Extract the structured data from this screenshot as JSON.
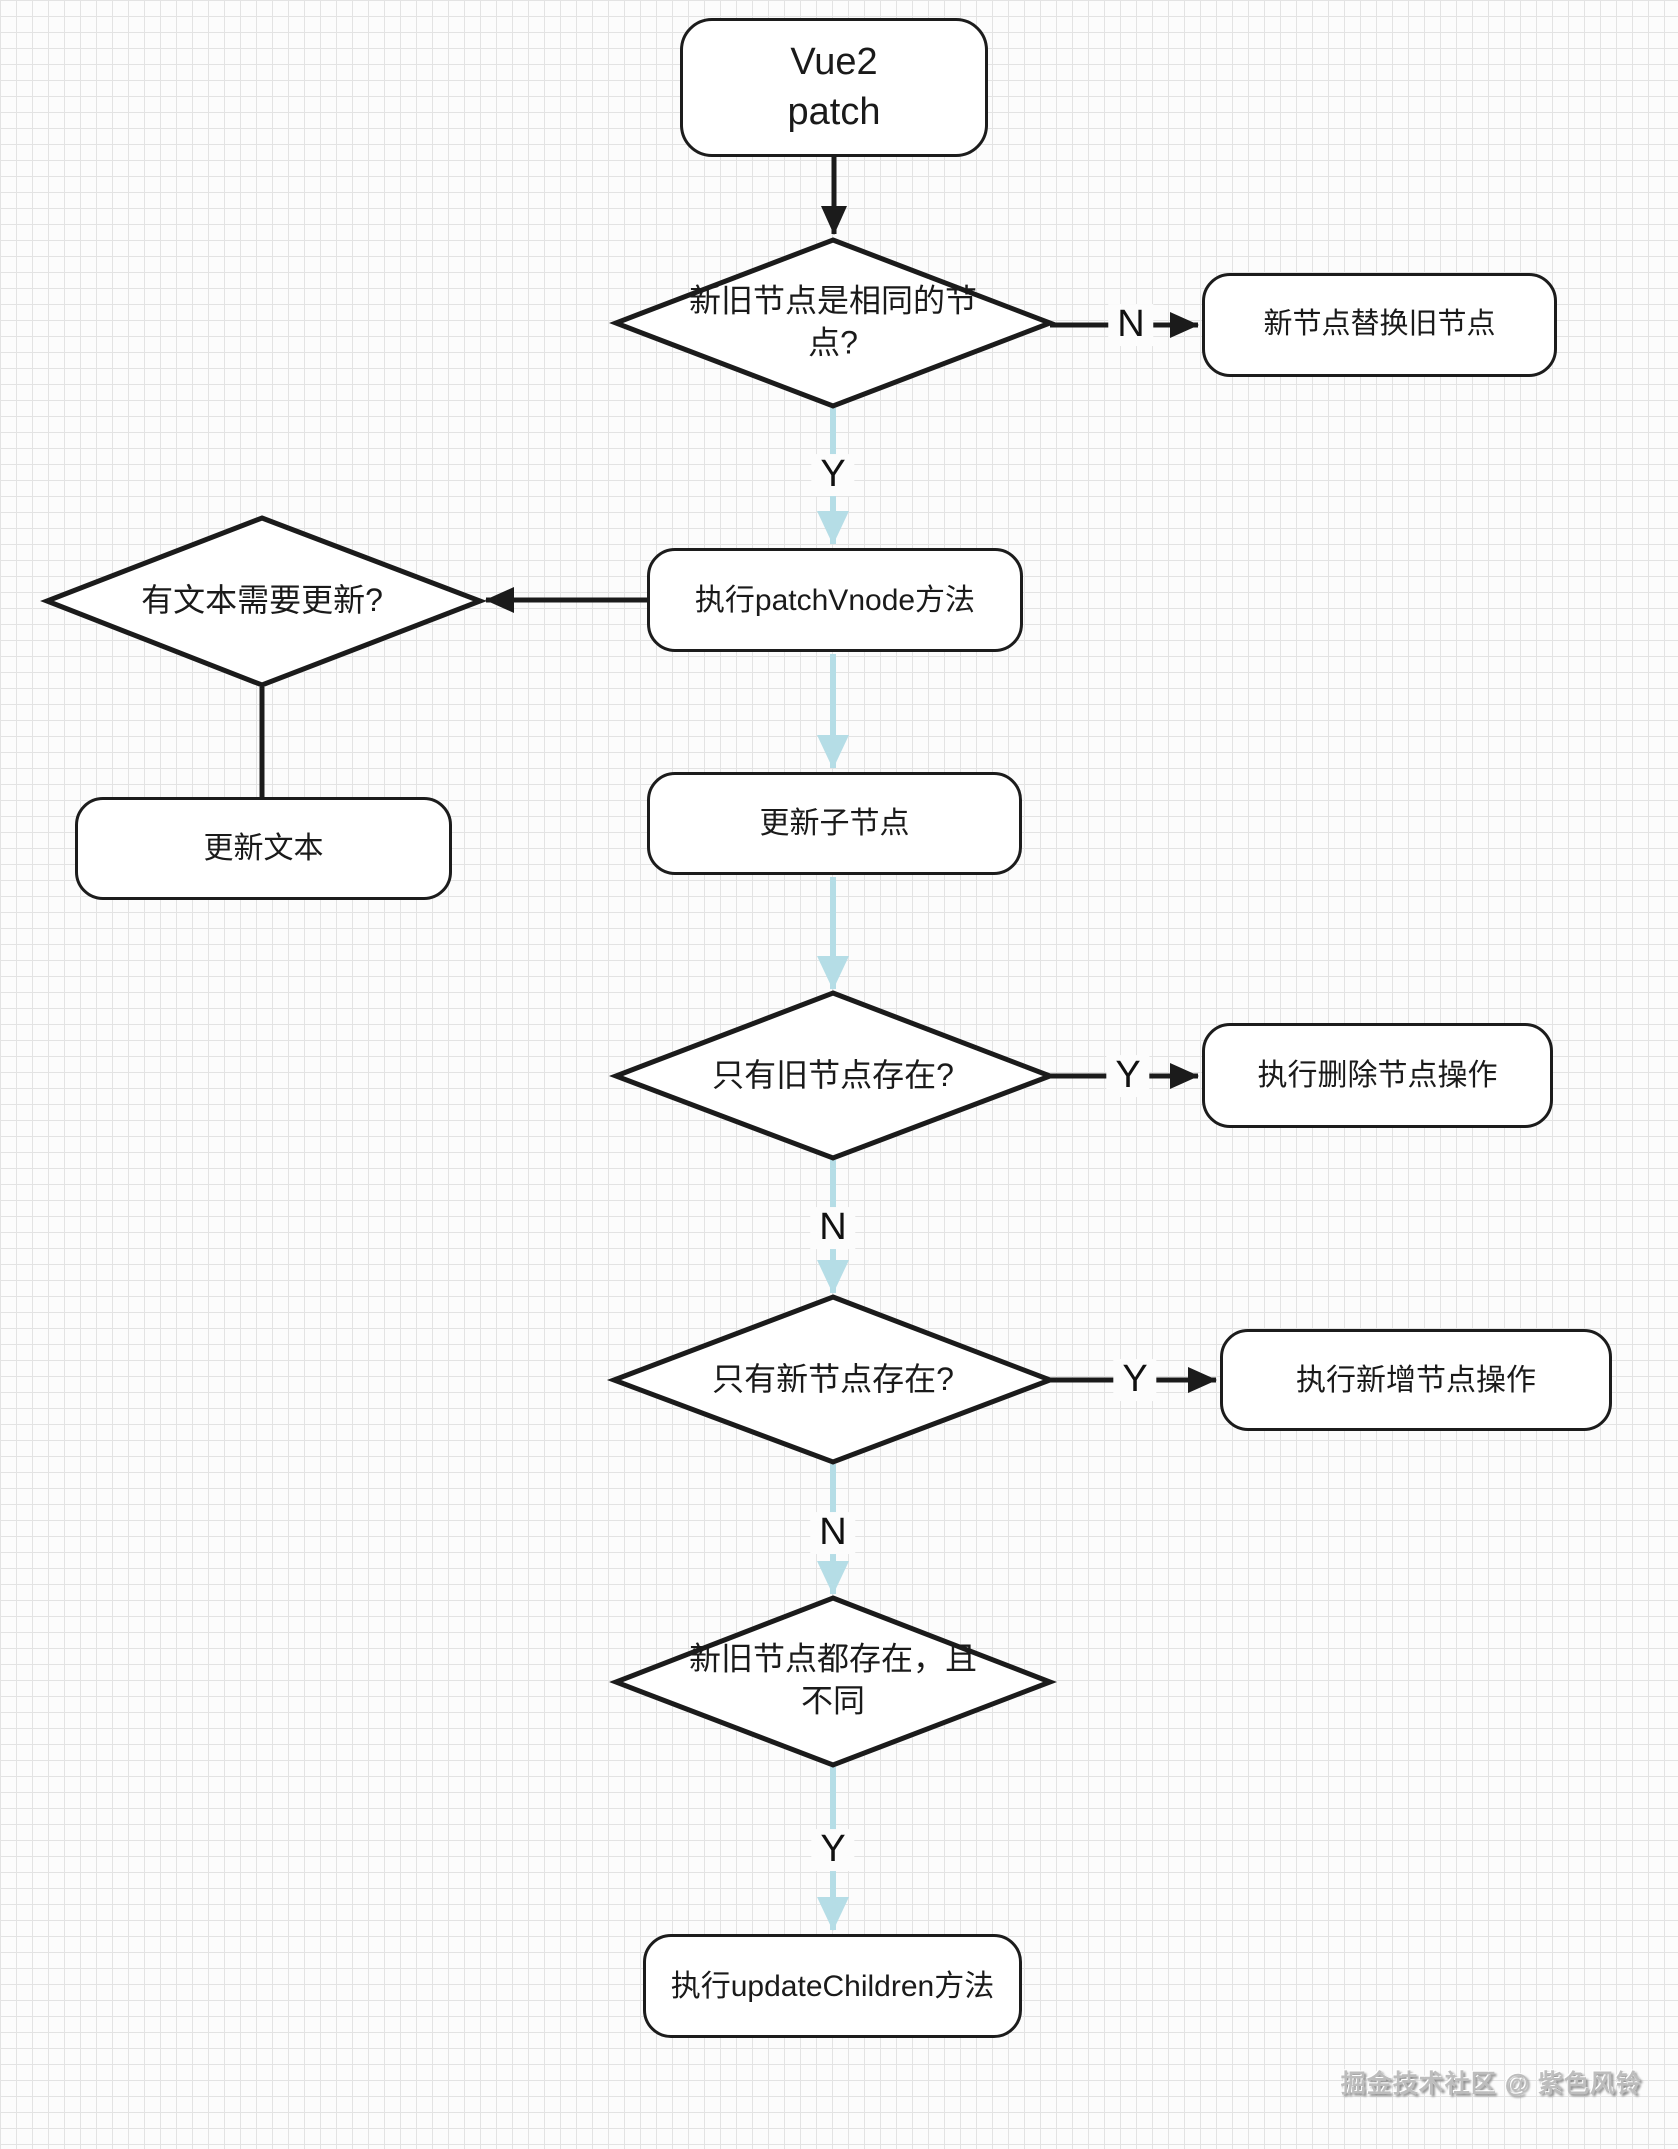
{
  "diagram": {
    "title": "Vue2 patch flowchart",
    "watermark": "掘金技术社区 @ 紫色风铃"
  },
  "colors": {
    "connector_black": "#1b1b1b",
    "connector_blue": "#b5dde6",
    "node_border": "#1c1c1c",
    "node_fill": "#ffffff",
    "grid_line": "#e3e3e3",
    "background": "#fcfcfc",
    "watermark_gray": "#bdbdbd"
  },
  "nodes": {
    "start": {
      "label": "Vue2\npatch"
    },
    "decision_same": {
      "label": "新旧节点是相同的节点?"
    },
    "replace": {
      "label": "新节点替换旧节点"
    },
    "patch_vnode": {
      "label": "执行patchVnode方法"
    },
    "decision_text": {
      "label": "有文本需要更新?"
    },
    "update_text": {
      "label": "更新文本"
    },
    "update_child_node": {
      "label": "更新子节点"
    },
    "decision_old_only": {
      "label": "只有旧节点存在?"
    },
    "delete_node": {
      "label": "执行删除节点操作"
    },
    "decision_new_only": {
      "label": "只有新节点存在?"
    },
    "add_node": {
      "label": "执行新增节点操作"
    },
    "decision_both": {
      "label": "新旧节点都存在，且不同"
    },
    "update_children": {
      "label": "执行updateChildren方法"
    }
  },
  "edge_labels": {
    "same_no": "N",
    "same_yes": "Y",
    "old_only_yes": "Y",
    "old_only_no": "N",
    "new_only_yes": "Y",
    "new_only_no": "N",
    "both_yes": "Y"
  }
}
